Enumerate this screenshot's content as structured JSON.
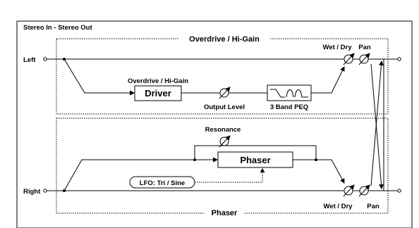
{
  "title": "Stereo In - Stereo Out",
  "blocks": {
    "top_section_label": "Overdrive / Hi-Gain",
    "bottom_section_label": "Phaser",
    "driver_caption": "Overdrive / Hi-Gain",
    "driver": "Driver",
    "output_level": "Output Level",
    "peq": "3 Band PEQ",
    "phaser": "Phaser",
    "resonance": "Resonance",
    "lfo": "LFO: Tri / Sine"
  },
  "io": {
    "left": "Left",
    "right": "Right"
  },
  "controls": {
    "wet_dry_top": "Wet / Dry",
    "pan_top": "Pan",
    "wet_dry_bottom": "Wet / Dry",
    "pan_bottom": "Pan"
  }
}
